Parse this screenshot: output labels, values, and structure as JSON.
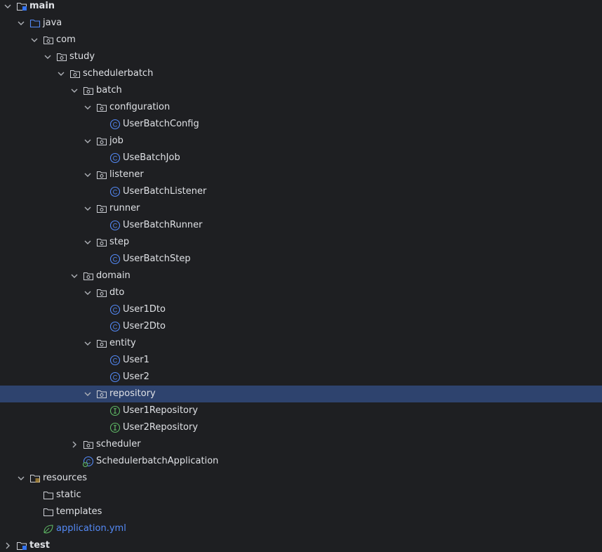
{
  "tree": {
    "main": {
      "label": "main",
      "expanded": true,
      "icon": "source-root-folder-icon"
    },
    "java": {
      "label": "java",
      "expanded": true,
      "icon": "source-folder-icon"
    },
    "com": {
      "label": "com",
      "expanded": true,
      "icon": "package-icon"
    },
    "study": {
      "label": "study",
      "expanded": true,
      "icon": "package-icon"
    },
    "schedulerbatch": {
      "label": "schedulerbatch",
      "expanded": true,
      "icon": "package-icon"
    },
    "batch": {
      "label": "batch",
      "expanded": true,
      "icon": "package-icon"
    },
    "configuration": {
      "label": "configuration",
      "expanded": true,
      "icon": "package-icon"
    },
    "UserBatchConfig": {
      "label": "UserBatchConfig",
      "icon": "class-icon"
    },
    "job": {
      "label": "job",
      "expanded": true,
      "icon": "package-icon"
    },
    "UseBatchJob": {
      "label": "UseBatchJob",
      "icon": "class-icon"
    },
    "listener": {
      "label": "listener",
      "expanded": true,
      "icon": "package-icon"
    },
    "UserBatchListener": {
      "label": "UserBatchListener",
      "icon": "class-icon"
    },
    "runner": {
      "label": "runner",
      "expanded": true,
      "icon": "package-icon"
    },
    "UserBatchRunner": {
      "label": "UserBatchRunner",
      "icon": "class-icon"
    },
    "step": {
      "label": "step",
      "expanded": true,
      "icon": "package-icon"
    },
    "UserBatchStep": {
      "label": "UserBatchStep",
      "icon": "class-icon"
    },
    "domain": {
      "label": "domain",
      "expanded": true,
      "icon": "package-icon"
    },
    "dto": {
      "label": "dto",
      "expanded": true,
      "icon": "package-icon"
    },
    "User1Dto": {
      "label": "User1Dto",
      "icon": "class-icon"
    },
    "User2Dto": {
      "label": "User2Dto",
      "icon": "class-icon"
    },
    "entity": {
      "label": "entity",
      "expanded": true,
      "icon": "package-icon"
    },
    "User1": {
      "label": "User1",
      "icon": "class-icon"
    },
    "User2": {
      "label": "User2",
      "icon": "class-icon"
    },
    "repository": {
      "label": "repository",
      "expanded": true,
      "selected": true,
      "icon": "package-icon"
    },
    "User1Repository": {
      "label": "User1Repository",
      "icon": "interface-icon"
    },
    "User2Repository": {
      "label": "User2Repository",
      "icon": "interface-icon"
    },
    "scheduler": {
      "label": "scheduler",
      "expanded": false,
      "icon": "package-icon"
    },
    "SchedulerbatchApplication": {
      "label": "SchedulerbatchApplication",
      "icon": "spring-boot-class-icon"
    },
    "resources": {
      "label": "resources",
      "expanded": true,
      "icon": "resources-root-folder-icon"
    },
    "static": {
      "label": "static",
      "icon": "folder-icon"
    },
    "templates": {
      "label": "templates",
      "icon": "folder-icon"
    },
    "application_yml": {
      "label": "application.yml",
      "icon": "spring-yaml-icon"
    },
    "test": {
      "label": "test",
      "expanded": false,
      "icon": "test-root-folder-icon"
    }
  },
  "colors": {
    "background": "#1e1f22",
    "selection": "#2e436e",
    "text": "#dfe1e5",
    "link_text": "#548af7",
    "class_icon": "#548af7",
    "interface_icon": "#5fb865",
    "spring_green": "#5fb865"
  }
}
